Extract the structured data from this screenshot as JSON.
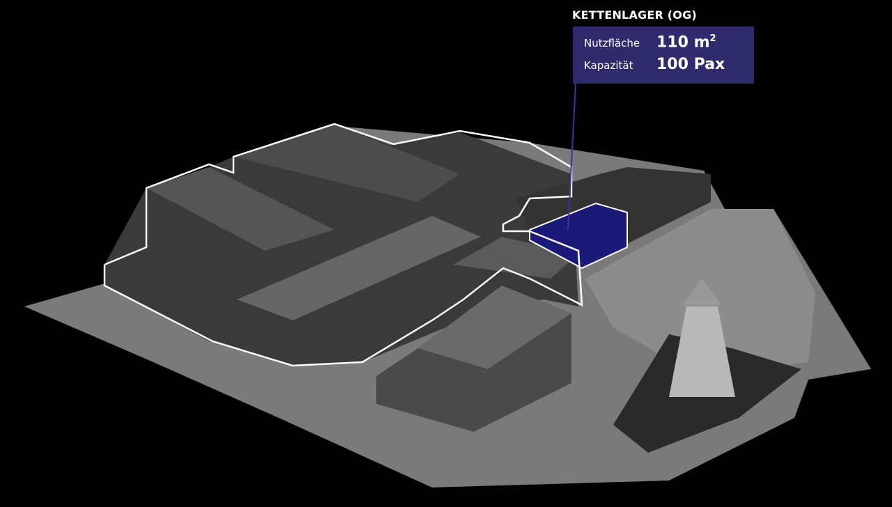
{
  "room": {
    "title": "KETTENLAGER (OG)",
    "stats": [
      {
        "label": "Nutzfläche",
        "value": "110 m",
        "unit_sup": "2"
      },
      {
        "label": "Kapazität",
        "value": "100 Pax",
        "unit_sup": ""
      }
    ]
  },
  "colors": {
    "panel": "#2f2b6c",
    "highlight": "#1c1a78",
    "outline": "#ffffff",
    "background": "#000000"
  }
}
